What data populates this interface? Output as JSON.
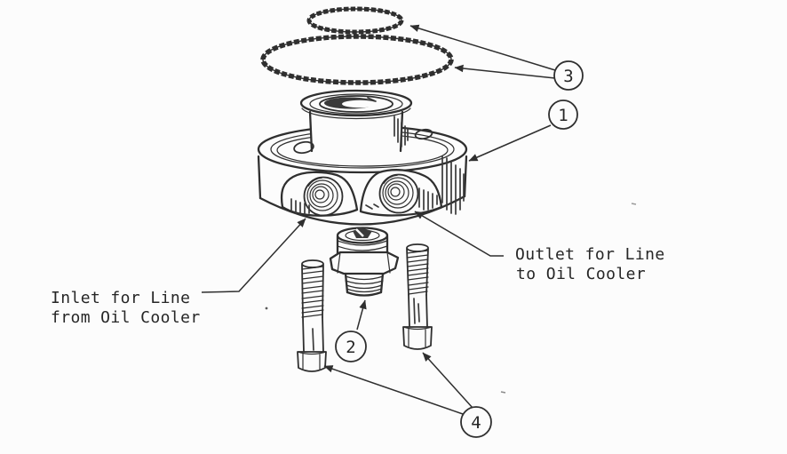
{
  "diagram": {
    "background_color": "#fcfcfc",
    "ink_color": "#2f2f2f",
    "callouts": {
      "adapter_body": "1",
      "fitting": "2",
      "o_rings": "3",
      "bolts": "4"
    },
    "labels": {
      "inlet": {
        "line1": "Inlet for Line",
        "line2": "from Oil Cooler"
      },
      "outlet": {
        "line1": "Outlet for Line",
        "line2": "to Oil Cooler"
      }
    }
  }
}
